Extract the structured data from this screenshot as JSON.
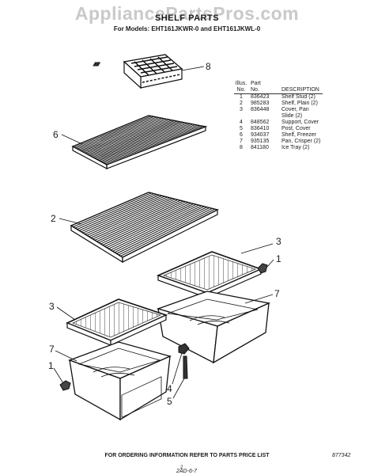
{
  "watermark": "AppliancePartsPros.com",
  "title": "SHELF PARTS",
  "models_line": "For Models: EHT161JKWR-0 and EHT161JKWL-0",
  "table": {
    "headers": {
      "illus": "Illus.",
      "no": "No.",
      "part": "Part",
      "part_no": "No.",
      "description": "DESCRIPTION"
    },
    "rows": [
      {
        "illus": "1",
        "part": "836423",
        "desc": "Shelf Stud (2)"
      },
      {
        "illus": "2",
        "part": "985283",
        "desc": "Shelf, Plain (2)"
      },
      {
        "illus": "3",
        "part": "836448",
        "desc": "Cover, Pan"
      },
      {
        "illus": "",
        "part": "",
        "desc": "Slide (2)"
      },
      {
        "illus": "4",
        "part": "848562",
        "desc": "Support, Cover"
      },
      {
        "illus": "5",
        "part": "836410",
        "desc": "Post, Cover"
      },
      {
        "illus": "6",
        "part": "934037",
        "desc": "Shelf, Freezer"
      },
      {
        "illus": "7",
        "part": "935135",
        "desc": "Pan, Crisper (2)"
      },
      {
        "illus": "8",
        "part": "841180",
        "desc": "Ice Tray (2)"
      }
    ]
  },
  "callouts": {
    "c8": "8",
    "c6": "6",
    "c2": "2",
    "c3a": "3",
    "c1a": "1",
    "c3b": "3",
    "c7a": "7",
    "c7b": "7",
    "c1b": "1",
    "c4": "4",
    "c5": "5"
  },
  "footer": "FOR ORDERING INFORMATION REFER TO PARTS PRICE LIST",
  "page_number": "2",
  "stamp": "2AD-6-7",
  "ref_number": "877342"
}
